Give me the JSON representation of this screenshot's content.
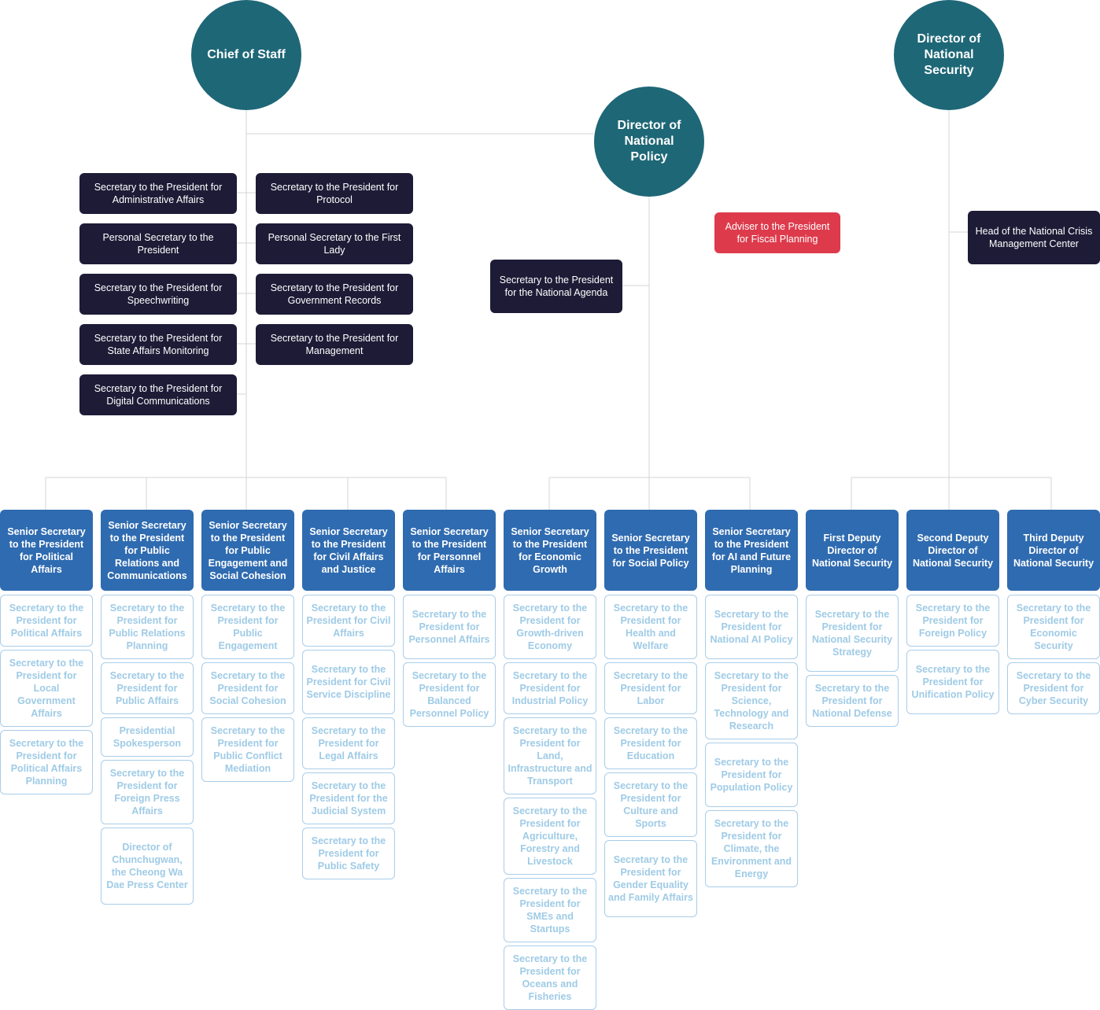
{
  "heads": {
    "chief": "Chief of Staff",
    "policy": "Director of National Policy",
    "security": "Director of National Security"
  },
  "staff": [
    "Secretary to the President for Administrative Affairs",
    "Secretary to the President for Protocol",
    "Personal Secretary to the President",
    "Personal Secretary to the First Lady",
    "Secretary to the President for Speechwriting",
    "Secretary to the President for Government Records",
    "Secretary to the President for State Affairs Monitoring",
    "Secretary to the President for Management",
    "Secretary to the President for Digital Communications"
  ],
  "policy_staff": {
    "agenda": "Secretary to the President for the National Agenda",
    "fiscal": "Adviser to the President for Fiscal Planning"
  },
  "security_staff": {
    "crisis": "Head of the National Crisis Management Center"
  },
  "columns": [
    {
      "head": "Senior Secretary to the President for Political Affairs",
      "items": [
        "Secretary to the President for Political Affairs",
        "Secretary to the President for Local Government Affairs",
        "Secretary to the President for Political Affairs Planning"
      ]
    },
    {
      "head": "Senior Secretary to the President for Public Relations and Communications",
      "items": [
        "Secretary to the President for Public Relations Planning",
        "Secretary to the President for Public Affairs",
        "Presidential Spokesperson",
        "Secretary to the President for Foreign Press Affairs",
        "Director of Chunchugwan, the Cheong Wa Dae Press Center"
      ]
    },
    {
      "head": "Senior Secretary to the President for Public Engagement and Social Cohesion",
      "items": [
        "Secretary to the President for Public Engagement",
        "Secretary to the President for Social Cohesion",
        "Secretary to the President for Public Conflict Mediation"
      ]
    },
    {
      "head": "Senior Secretary to the President for Civil Affairs and Justice",
      "items": [
        "Secretary to the President for Civil Affairs",
        "Secretary to the President for Civil Service Discipline",
        "Secretary to the President for Legal Affairs",
        "Secretary to the President for the Judicial System",
        "Secretary to the President for Public Safety"
      ]
    },
    {
      "head": "Senior Secretary to the President for Personnel Affairs",
      "items": [
        "Secretary to the President for Personnel Affairs",
        "Secretary to the President for Balanced Personnel Policy"
      ]
    },
    {
      "head": "Senior Secretary to the President for Economic Growth",
      "items": [
        "Secretary to the President for Growth-driven Economy",
        "Secretary to the President for Industrial Policy",
        "Secretary to the President for Land, Infrastructure and Transport",
        "Secretary to the President for Agriculture, Forestry and Livestock",
        "Secretary to the President for SMEs and Startups",
        "Secretary to the President for Oceans and Fisheries"
      ]
    },
    {
      "head": "Senior Secretary to the President for Social Policy",
      "items": [
        "Secretary to the President for Health and Welfare",
        "Secretary to the President for Labor",
        "Secretary to the President for Education",
        "Secretary to the President for Culture and Sports",
        "Secretary to the President for Gender Equality and Family Affairs"
      ]
    },
    {
      "head": "Senior Secretary to the President for AI and Future Planning",
      "items": [
        "Secretary to the President for National AI Policy",
        "Secretary to the President for Science, Technology and Research",
        "Secretary to the President for Population Policy",
        "Secretary to the President for Climate, the Environment and Energy"
      ]
    },
    {
      "head": "First Deputy Director of National Security",
      "items": [
        "Secretary to the President for National Security Strategy",
        "Secretary to the President for National Defense"
      ]
    },
    {
      "head": "Second Deputy Director of National Security",
      "items": [
        "Secretary to the President for Foreign Policy",
        "Secretary to the President for Unification Policy"
      ]
    },
    {
      "head": "Third Deputy Director of National Security",
      "items": [
        "Secretary to the President for Economic Security",
        "Secretary to the President for Cyber Security"
      ]
    }
  ],
  "colors": {
    "head_circle": "#1e6777",
    "staff_box": "#1d1b36",
    "adviser_box": "#dd3b4c",
    "senior_box": "#2f6bb0",
    "secretary_border": "#a9cdea",
    "secretary_text": "#9fcbe6",
    "connector": "#d4d4d4"
  }
}
